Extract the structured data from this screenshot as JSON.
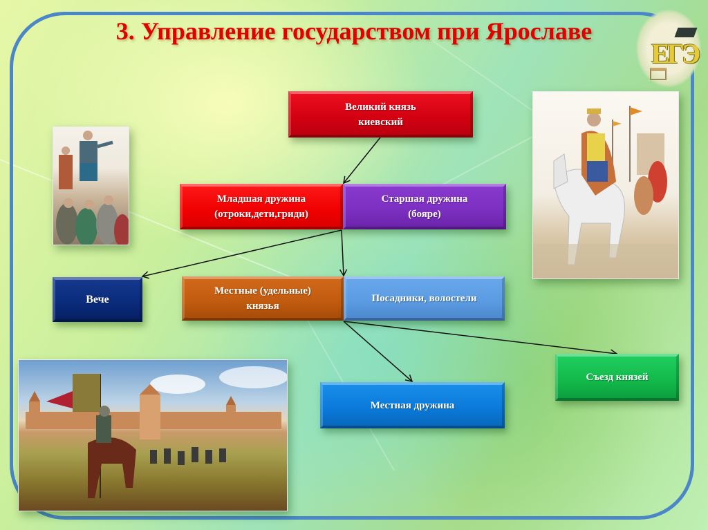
{
  "slide": {
    "title": "3. Управление государством при Ярославе",
    "logo_text": "ЕГЭ",
    "frame_color": "#4a86c8",
    "title_color": "#e00000"
  },
  "diagram": {
    "nodes": [
      {
        "id": "grand_prince",
        "label": "Великий князь киевский",
        "lines": [
          "Великий князь",
          "киевский"
        ],
        "color": "#e00010"
      },
      {
        "id": "junior_druzhina",
        "label": "Младшая дружина (отроки,дети,гриди)",
        "lines": [
          "Младшая дружина",
          "(отроки,дети,гриди)"
        ],
        "color": "#f00000"
      },
      {
        "id": "senior_druzhina",
        "label": "Старшая дружина (бояре)",
        "lines": [
          "Старшая дружина",
          "(бояре)"
        ],
        "color": "#7b2fbf"
      },
      {
        "id": "veche",
        "label": "Вече",
        "lines": [
          "Вече"
        ],
        "color": "#0a2a7a"
      },
      {
        "id": "local_princes",
        "label": "Местные (удельные) князья",
        "lines": [
          "Местные (удельные)",
          "князья"
        ],
        "color": "#c05a0e"
      },
      {
        "id": "posadniki",
        "label": "Посадники, волостели",
        "lines": [
          "Посадники, волостели"
        ],
        "color": "#5a9ae0"
      },
      {
        "id": "congress",
        "label": "Съезд князей",
        "lines": [
          "Съезд князей"
        ],
        "color": "#12b84a"
      },
      {
        "id": "local_druzhina",
        "label": "Местная дружина",
        "lines": [
          "Местная дружина"
        ],
        "color": "#0a78d8"
      }
    ],
    "edges": [
      {
        "from": "grand_prince",
        "to": "junior_druzhina"
      },
      {
        "from": "junior_druzhina",
        "to": "veche"
      },
      {
        "from": "junior_druzhina",
        "to": "local_princes"
      },
      {
        "from": "local_princes",
        "to": "local_druzhina"
      },
      {
        "from": "local_princes",
        "to": "congress"
      }
    ]
  },
  "images": [
    {
      "id": "veche-illustration",
      "description": "Вече — оратор перед толпой горожан"
    },
    {
      "id": "prince-on-horse",
      "description": "Князь на белом коне с дружиной"
    },
    {
      "id": "army-at-fortress",
      "description": "Княжеское войско у стен крепости"
    }
  ]
}
